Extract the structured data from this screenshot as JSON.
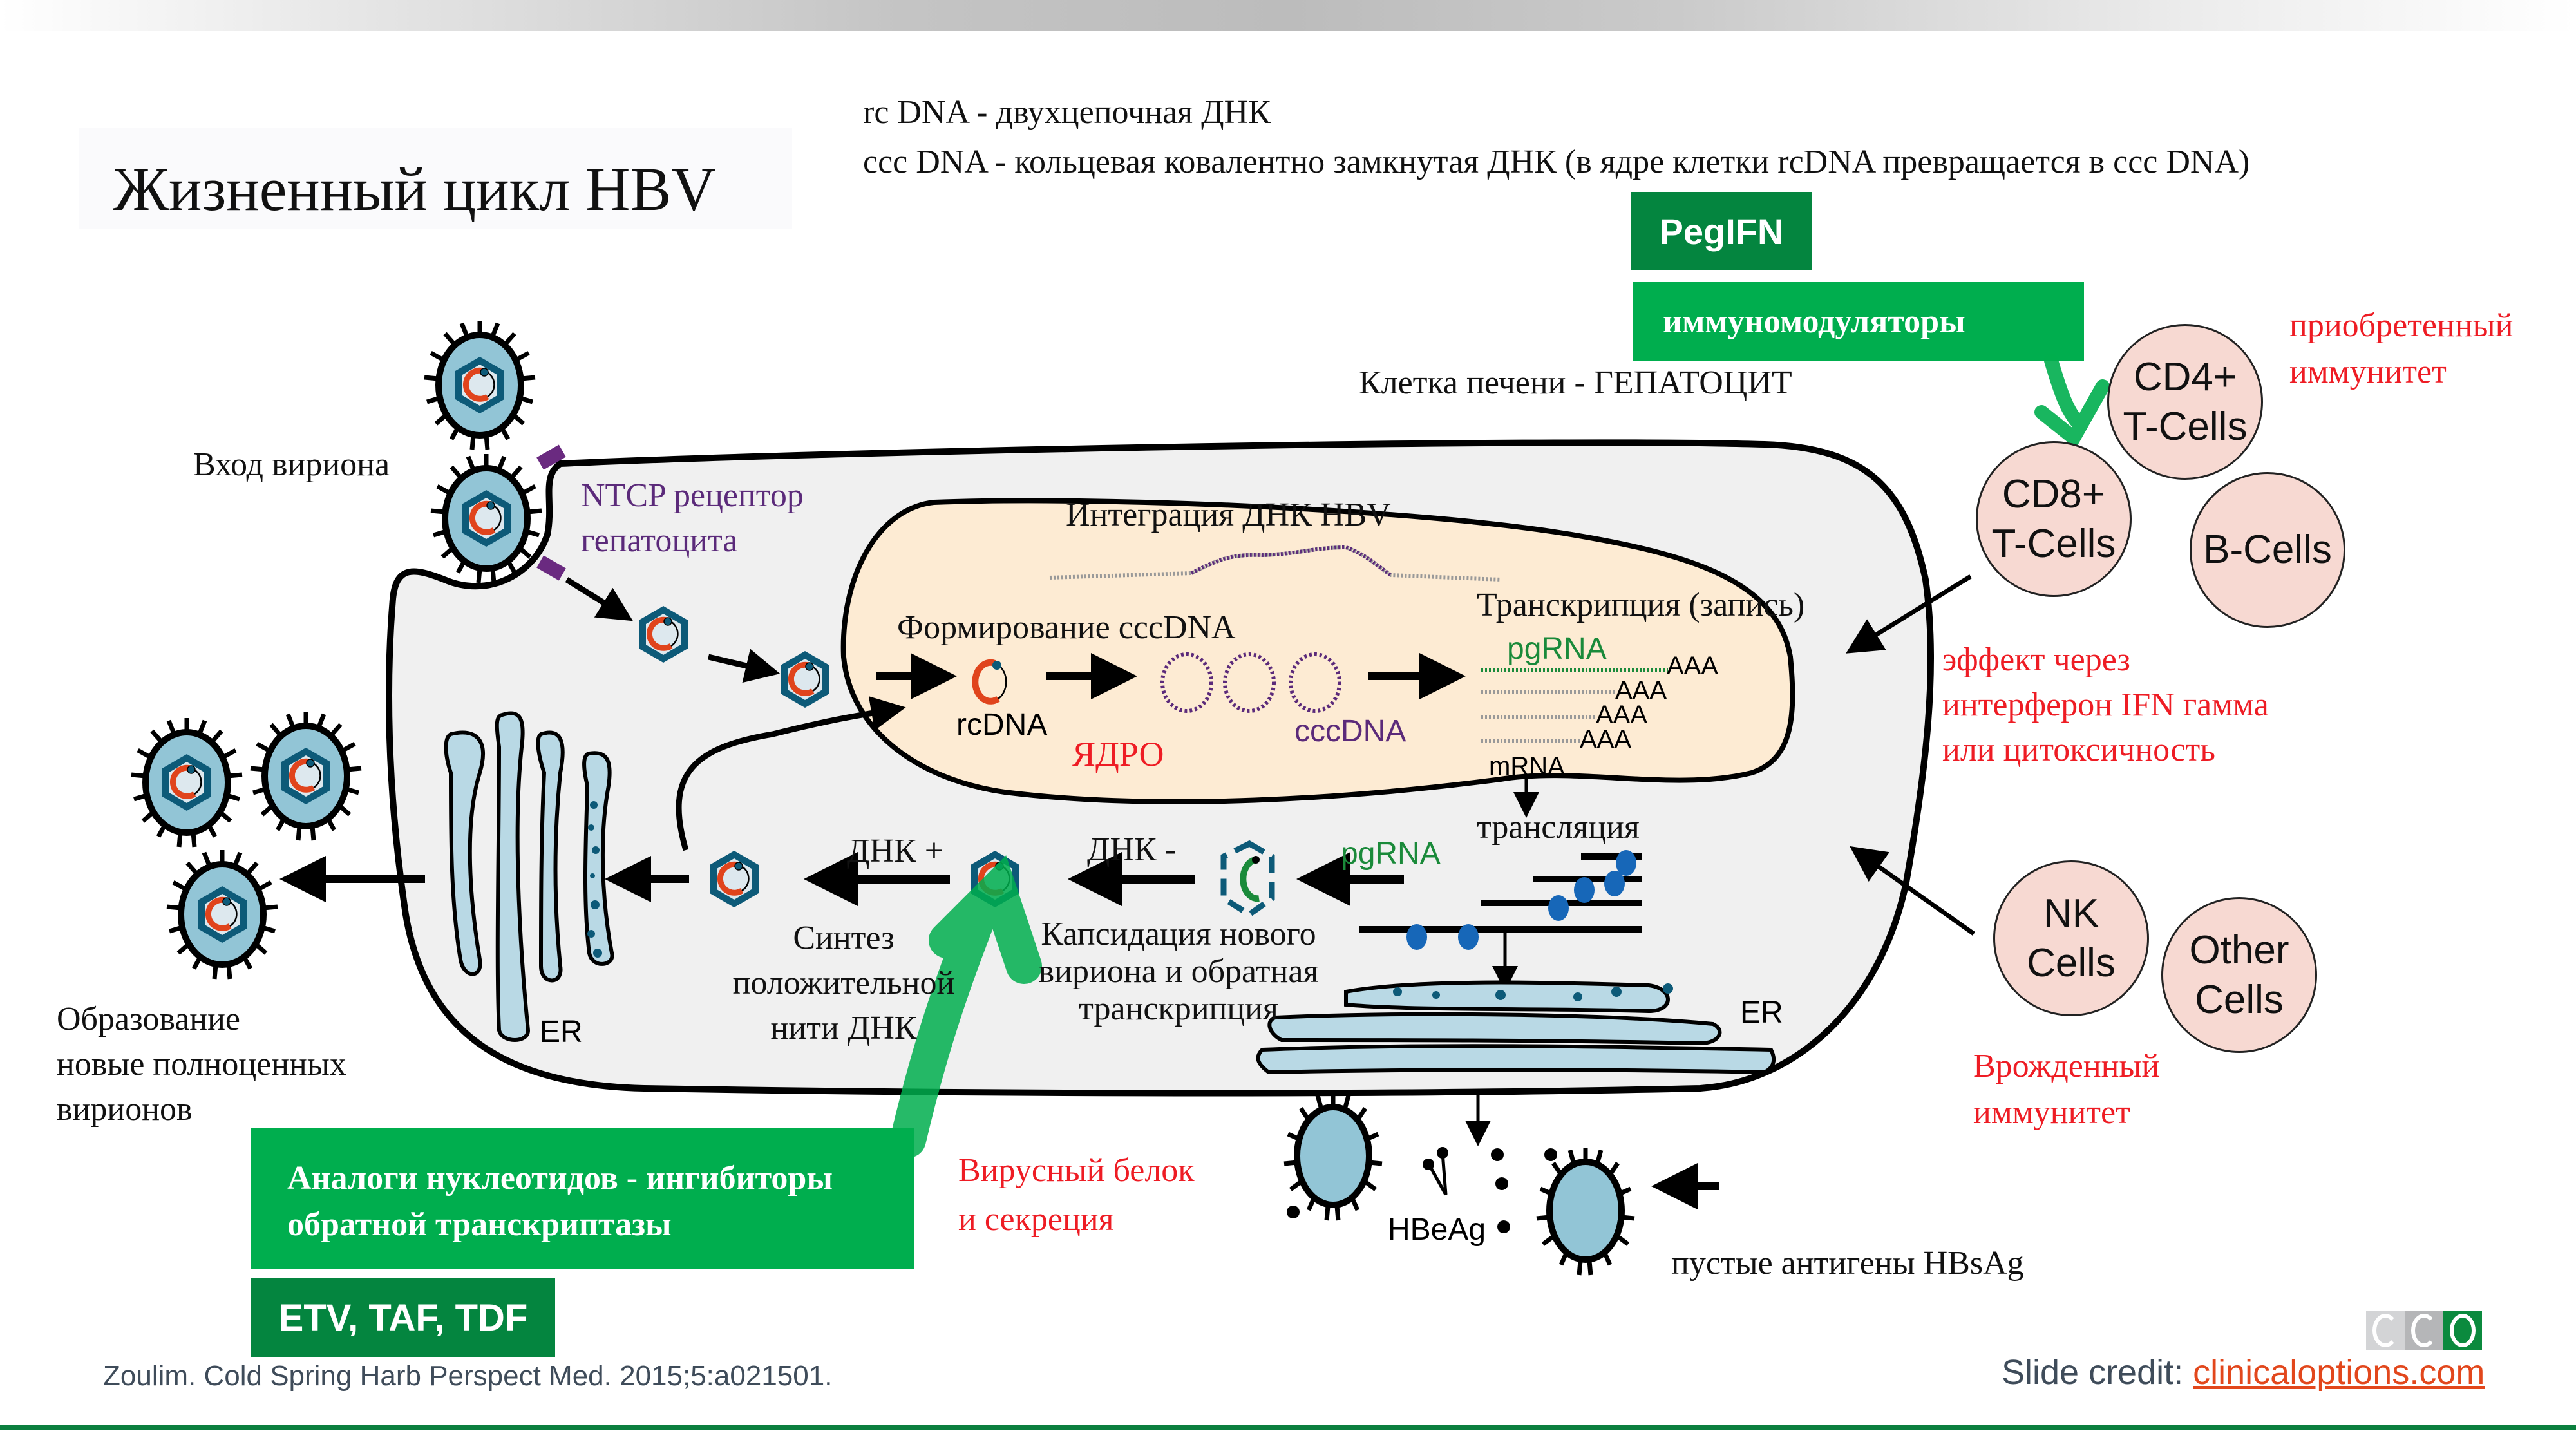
{
  "slide": {
    "title": "Жизненный цикл HBV",
    "definitions": [
      "rc DNA - двухцепочная ДНК",
      "ccc DNA - кольцевая ковалентно замкнутая ДНК (в ядре клетки rcDNA превращается в ccc DNA)"
    ]
  },
  "therapies": {
    "pegifn": "PegIFN",
    "immunomodulators": "иммуномодуляторы",
    "nucleotide_analogs": [
      "Аналоги нуклеотидов - ингибиторы",
      "обратной транскриптазы"
    ],
    "drugs": "ETV, TAF, TDF"
  },
  "cell": {
    "label": "Клетка печени - ГЕПАТОЦИТ",
    "virion_entry": "Вход вириона",
    "ntcp": [
      "NTCP рецептор",
      "гепатоцита"
    ],
    "nucleus": {
      "label": "ЯДРО",
      "integration": "Интеграция ДНК HBV",
      "cccdna_formation": "Формирование cccDNA",
      "rcdna": "rcDNA",
      "cccdna": "cccDNA",
      "transcription": "Транскрипция (запись)",
      "pgrna": "pgRNA",
      "polya": [
        "AAA",
        "AAA",
        "AAA",
        "AAA"
      ],
      "mrna": "mRNA"
    },
    "translation": "трансляция",
    "pgrna_cyto": "pgRNA",
    "dna_minus": "ДНК -",
    "dna_plus": "ДНК +",
    "encapsidation": [
      "Капсидация нового",
      "вириона и обратная",
      "транскрипция"
    ],
    "positive_strand": [
      "Синтез",
      "положительной",
      "нити ДНК"
    ],
    "er_left": "ER",
    "er_right": "ER"
  },
  "outside": {
    "new_virions": [
      "Образование",
      "новые полноценных",
      "вирионов"
    ],
    "protein_secretion": [
      "Вирусный белок",
      "и секреция"
    ],
    "hbeag": "HBeAg",
    "hbsag": "пустые антигены HBsAg"
  },
  "immunity": {
    "adaptive": [
      "приобретенный",
      "иммунитет"
    ],
    "innate": [
      "Врожденный",
      "иммунитет"
    ],
    "effect": [
      "эффект через",
      "интерферон IFN гамма",
      "или цитоксичность"
    ],
    "cells": [
      {
        "id": "cd4",
        "lines": [
          "CD4+",
          "T-Cells"
        ]
      },
      {
        "id": "cd8",
        "lines": [
          "CD8+",
          "T-Cells"
        ]
      },
      {
        "id": "bcells",
        "lines": [
          "B-Cells"
        ]
      },
      {
        "id": "nk",
        "lines": [
          "NK",
          "Cells"
        ]
      },
      {
        "id": "other",
        "lines": [
          "Other",
          "Cells"
        ]
      }
    ]
  },
  "footer": {
    "citation": "Zoulim. Cold Spring Harb Perspect Med. 2015;5:a021501.",
    "credit_prefix": "Slide credit: ",
    "credit_link": "clinicaloptions.com"
  },
  "colors": {
    "green": "#00ae4e",
    "dark_green": "#04853f",
    "red_text": "#ee1c24",
    "purple": "#5b2a7a",
    "nucleus_fill": "#fdebd3",
    "cytoplasm_fill": "#f0f0f0",
    "immune_cell_fill": "#f7d9d2"
  }
}
